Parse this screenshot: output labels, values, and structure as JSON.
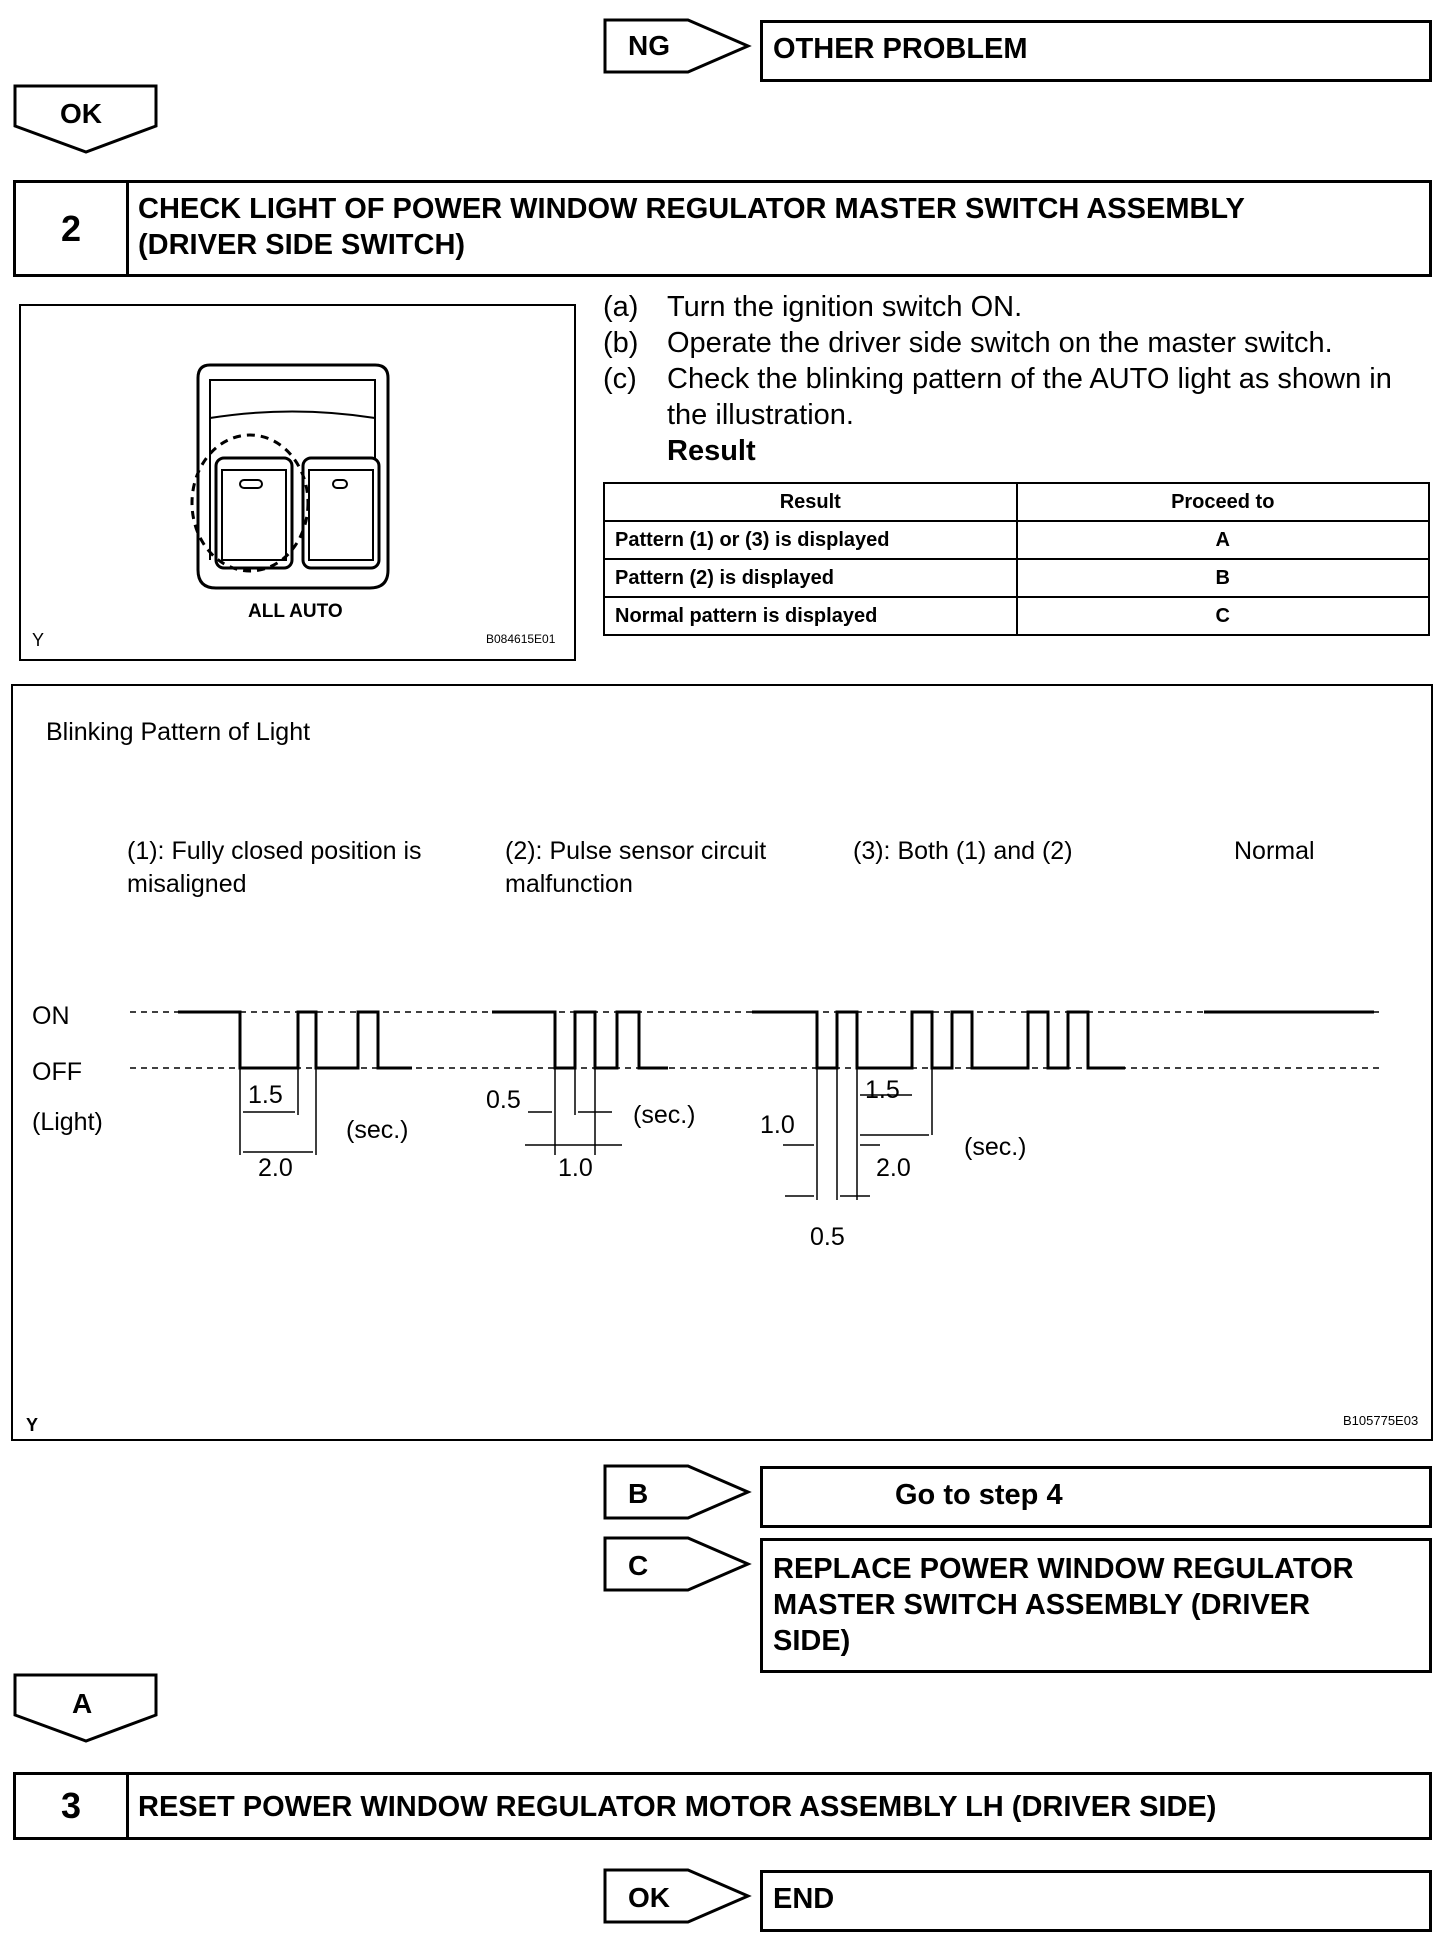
{
  "top_branch": {
    "tag": "NG",
    "text": "OTHER PROBLEM"
  },
  "ok_arrow_1": "OK",
  "step2": {
    "number": "2",
    "title_line1": "CHECK LIGHT OF POWER WINDOW REGULATOR MASTER SWITCH ASSEMBLY",
    "title_line2": "(DRIVER SIDE SWITCH)"
  },
  "switch_illustration": {
    "caption": "ALL AUTO",
    "corner": "Y",
    "code": "B084615E01"
  },
  "instructions": [
    {
      "label": "(a)",
      "text": "Turn the ignition switch ON."
    },
    {
      "label": "(b)",
      "text": "Operate the driver side switch on the master switch."
    },
    {
      "label": "(c)",
      "text": "Check the blinking pattern of the AUTO light as shown in the illustration."
    }
  ],
  "result_heading": "Result",
  "result_table": {
    "headers": [
      "Result",
      "Proceed to"
    ],
    "rows": [
      [
        "Pattern (1) or (3) is displayed",
        "A"
      ],
      [
        "Pattern (2) is displayed",
        "B"
      ],
      [
        "Normal pattern is displayed",
        "C"
      ]
    ]
  },
  "pattern_figure": {
    "title": "Blinking Pattern of Light",
    "p1_line1": "(1): Fully closed position is",
    "p1_line2": "misaligned",
    "p2_line1": "(2): Pulse sensor circuit",
    "p2_line2": "malfunction",
    "p3": "(3): Both (1) and (2)",
    "p4": "Normal",
    "on": "ON",
    "off": "OFF",
    "light": "(Light)",
    "sec": "(sec.)",
    "v_1_5": "1.5",
    "v_2_0": "2.0",
    "v_0_5": "0.5",
    "v_1_0": "1.0",
    "corner": "Y",
    "code": "B105775E03"
  },
  "branch_b": {
    "tag": "B",
    "text": "Go to step 4"
  },
  "branch_c": {
    "tag": "C",
    "text_line1": "REPLACE POWER WINDOW REGULATOR",
    "text_line2": "MASTER SWITCH ASSEMBLY (DRIVER",
    "text_line3": "SIDE)"
  },
  "a_arrow": "A",
  "step3": {
    "number": "3",
    "title": "RESET POWER WINDOW REGULATOR MOTOR ASSEMBLY LH (DRIVER SIDE)"
  },
  "end_branch": {
    "tag": "OK",
    "text": "END"
  }
}
